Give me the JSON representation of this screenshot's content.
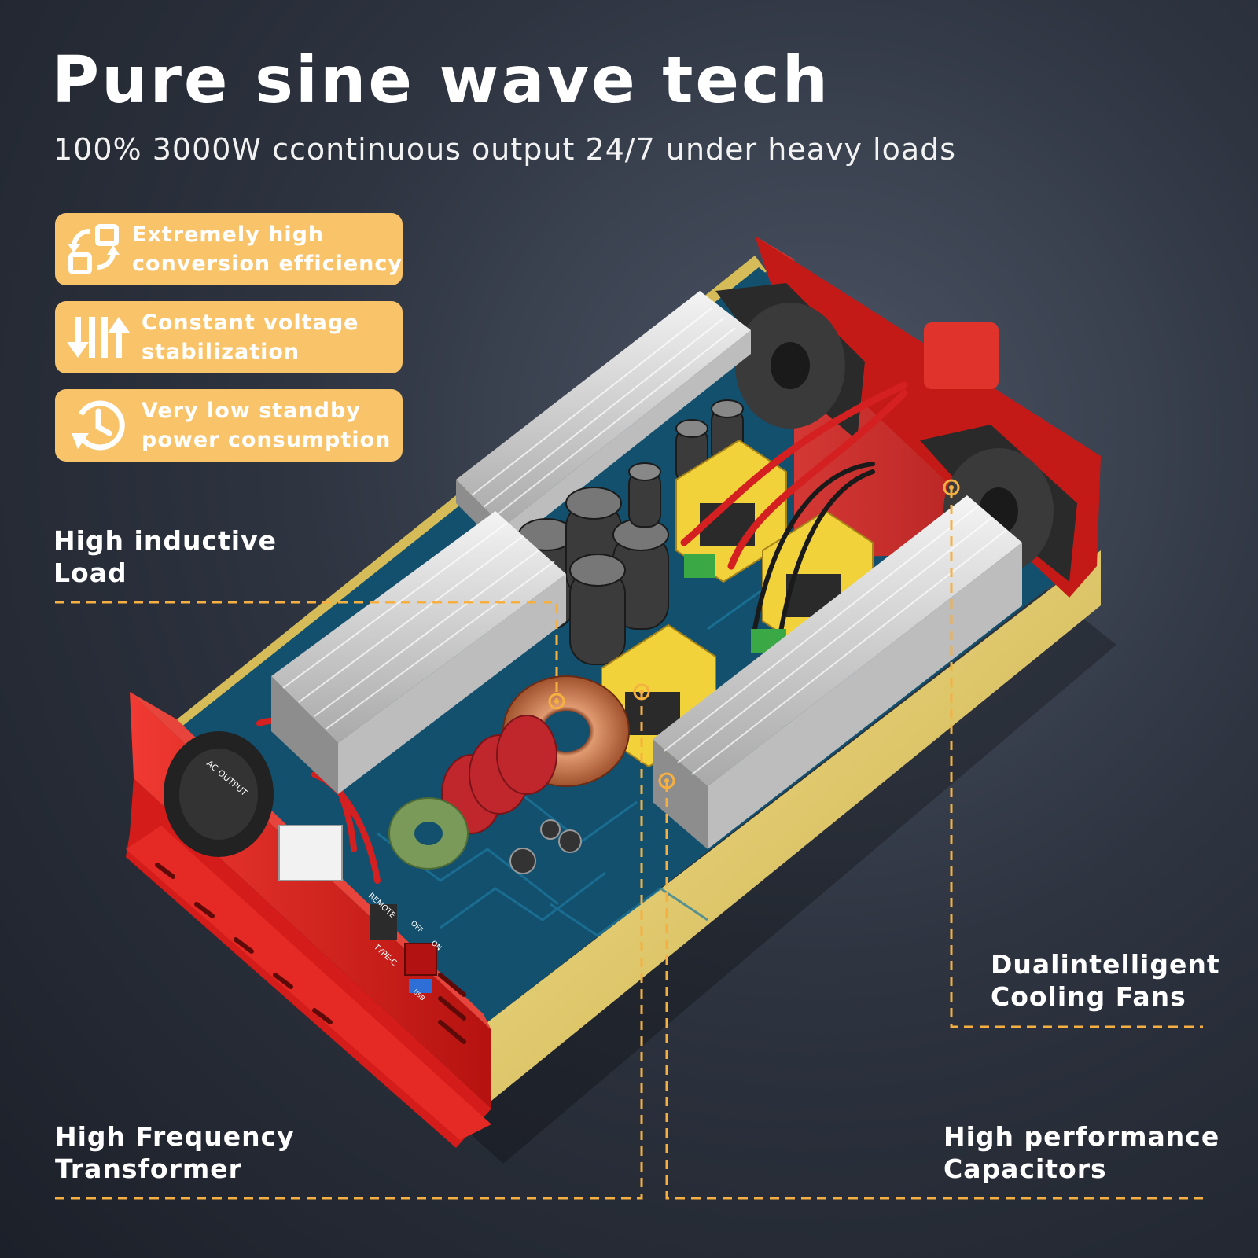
{
  "headline": {
    "title": "Pure sine wave tech",
    "subtitle": "100% 3000W ccontinuous output 24/7 under heavy loads"
  },
  "features": [
    {
      "icon": "conversion-icon",
      "line1": "Extremely high",
      "line2": "conversion efficiency"
    },
    {
      "icon": "voltage-stabilize-icon",
      "line1": "Constant voltage",
      "line2": "stabilization"
    },
    {
      "icon": "standby-clock-icon",
      "line1": "Very low standby",
      "line2": "power consumption"
    }
  ],
  "callouts": {
    "inductive": {
      "line1": "High inductive",
      "line2": "Load"
    },
    "fans": {
      "line1": "Dualintelligent",
      "line2": "Cooling Fans"
    },
    "transformer": {
      "line1": "High Frequency",
      "line2": "Transformer"
    },
    "capacitors": {
      "line1": "High performance",
      "line2": "Capacitors"
    }
  },
  "panel_text": {
    "ac_output": "AC OUTPUT",
    "remote": "REMOTE",
    "type_c": "TYPE-C",
    "usb": "USB",
    "off": "OFF",
    "on": "ON"
  },
  "colors": {
    "accent": "#f9c36a",
    "leader": "#f5b041",
    "housing_red": "#d81c1c",
    "housing_gold": "#e6cf6e",
    "pcb": "#12506e"
  }
}
